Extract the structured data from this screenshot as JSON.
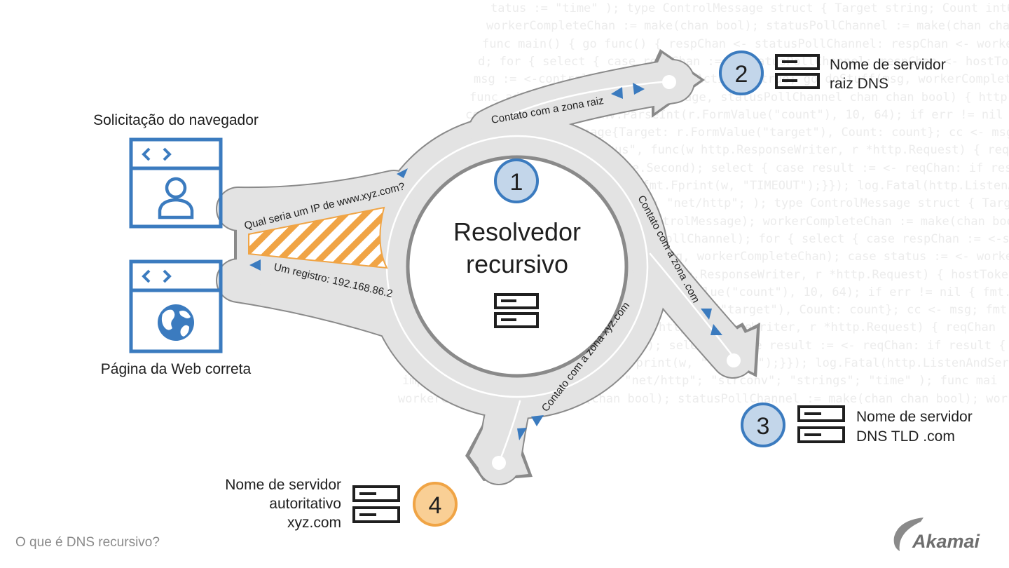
{
  "background_code": [
    "tatus := \"time\" ); type ControlMessage struct { Target string; Count int64; }",
    "workerCompleteChan := make(chan bool); statusPollChannel := make(chan chan bool); w",
    "func main() { go func() { respChan <- statusPollChannel: respChan <- workerActive; case",
    "d; for { select { case respChan := <-statusPollChannel: respChan <- hostTokens := status;",
    "msg := <-controlChannel: workerActive = true; go doStuff(msg, workerCompleteChan); case",
    "func admin(cc chan ControlMessage, statusPollChannel chan chan bool) { http.HandleFunc(\"/admin\", func(w http.ResponseWriter, r *http.Request) { hostTok",
    "count, err := strconv.ParseInt(r.FormValue(\"count\"), 10, 64); if err != nil { fmt.Fprintf(w,",
    "msg := ControlMessage{Target: r.FormValue(\"target\"), Count: count}; cc <- msg; fmt.Fprintf(w, \"Control message issued for Target",
    "http.HandleFunc(\"/status\", func(w http.ResponseWriter, r *http.Request) { reqChan",
    "timeout := time.After(time.Second); select { case result := <- reqChan: if result { fmt.Fprint(w, \"ACTIVE\"",
    "}; return; case <-timeout: fmt.Fprint(w, \"TIMEOUT\");}}); log.Fatal(http.ListenAndServe(\":1337\", nil)); };pac",
    "import ( \"fmt\"; \"html\"; \"log\"; \"net/http\"; ); type ControlMessage struct { Target string; Count int64; ); func mai",
    "controlChannel := make(chan ControlMessage); workerCompleteChan := make(chan bool); statusPollChannel := make(chan chan bool); workerActi",
    "go admin(controlChannel, statusPollChannel); for { select { case respChan := <-statusPollChannel: respChan <- workerActive; case msg := <-c",
    "workerActive = true; go doStuff(msg, workerCompleteChan); case status := <- workerCompleteChan: workerActive = status; }}}; func admin(c",
    "http.HandleFunc(\"/admin\", func(w http.ResponseWriter, r *http.Request) { hostTokens",
    "count, err := strconv.ParseInt(r.FormValue(\"count\"), 10, 64); if err != nil { fmt.Fprintf(w,",
    "msg := ControlMessage{Target: r.FormValue(\"target\"), Count: count}; cc <- msg; fmt.Fprintf(w, \"Control message issued for Ta",
    "http.HandleFunc(\"/status\", func(w http.ResponseWriter, r *http.Request) { reqChan",
    "timeout := time.After(time.Second); select { case result := <- reqChan: if result { fmt.Fprint(w, \"ACTIVE\"",
    "}; return; case <-timeout: fmt.Fprint(w, \"TIMEOUT\");}}); log.Fatal(http.ListenAndServe(\":1337\", nil)); };pac",
    "import ( \"fmt\"; \"html\"; \"log\"; \"net/http\"; \"strconv\"; \"strings\"; \"time\" ); func mai",
    "workerCompleteChan := make(chan bool); statusPollChannel := make(chan chan bool); workerActi"
  ],
  "browser": {
    "request_label": "Solicitação do navegador",
    "page_label": "Página da Web correta",
    "code_icon": "code-brackets-icon",
    "user_icon": "user-icon",
    "globe_icon": "globe-icon"
  },
  "resolver": {
    "number": "1",
    "title_line1": "Resolvedor",
    "title_line2": "recursivo",
    "icon": "server-icon"
  },
  "servers": {
    "root": {
      "number": "2",
      "line1": "Nome de servidor",
      "line2": "raiz DNS",
      "icon": "server-icon"
    },
    "tld": {
      "number": "3",
      "line1": "Nome de servidor",
      "line2": "DNS TLD .com",
      "icon": "server-icon"
    },
    "auth": {
      "number": "4",
      "line1": "Nome de servidor",
      "line2": "autoritativo",
      "line3": "xyz.com",
      "icon": "server-icon"
    }
  },
  "paths": {
    "query": "Qual seria um IP de www.xyz.com?",
    "answer": "Um registro: 192.168.86.2",
    "root": "Contato com a zona raiz",
    "com": "Contato com a zona .com",
    "xyz": "Contato com a zona xyz.com"
  },
  "footer": {
    "caption": "O que é DNS recursivo?",
    "logo": "Akamai"
  },
  "colors": {
    "blue": "#3b7bbf",
    "light_blue": "#c3d6ea",
    "orange": "#f0a445",
    "light_orange": "#f9cf95",
    "road_gray": "#e3e3e3",
    "outline_gray": "#8a8a8a"
  }
}
